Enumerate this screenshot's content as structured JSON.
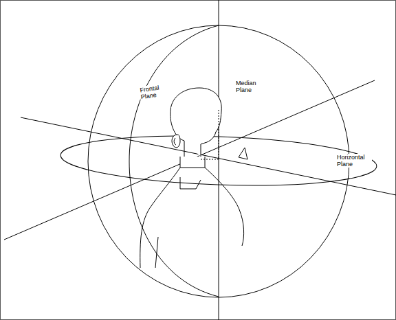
{
  "diagram": {
    "labels": [
      "Frontal Plane",
      "Median Plane",
      "Horizontal Plane"
    ]
  }
}
